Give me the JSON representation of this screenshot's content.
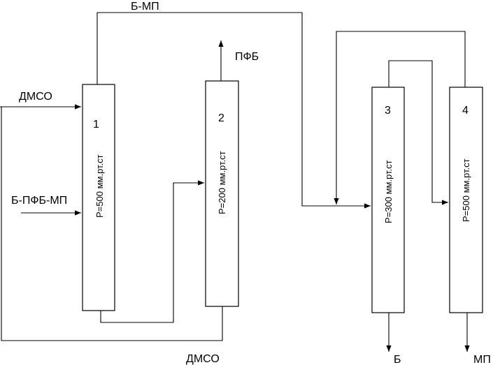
{
  "streams": {
    "top_recycle": "Б-МП",
    "dmso_in": "ДМСО",
    "feed": "Б-ПФБ-МП",
    "pfb_out": "ПФБ",
    "dmso_bottom": "ДМСО",
    "b_out": "Б",
    "mp_out": "МП"
  },
  "columns": [
    {
      "number": "1",
      "pressure": "Р=500 мм.рт.ст"
    },
    {
      "number": "2",
      "pressure": "Р=200 мм.рт.ст"
    },
    {
      "number": "3",
      "pressure": "Р=300 мм.рт.ст"
    },
    {
      "number": "4",
      "pressure": "Р=500 мм.рт.ст"
    }
  ]
}
